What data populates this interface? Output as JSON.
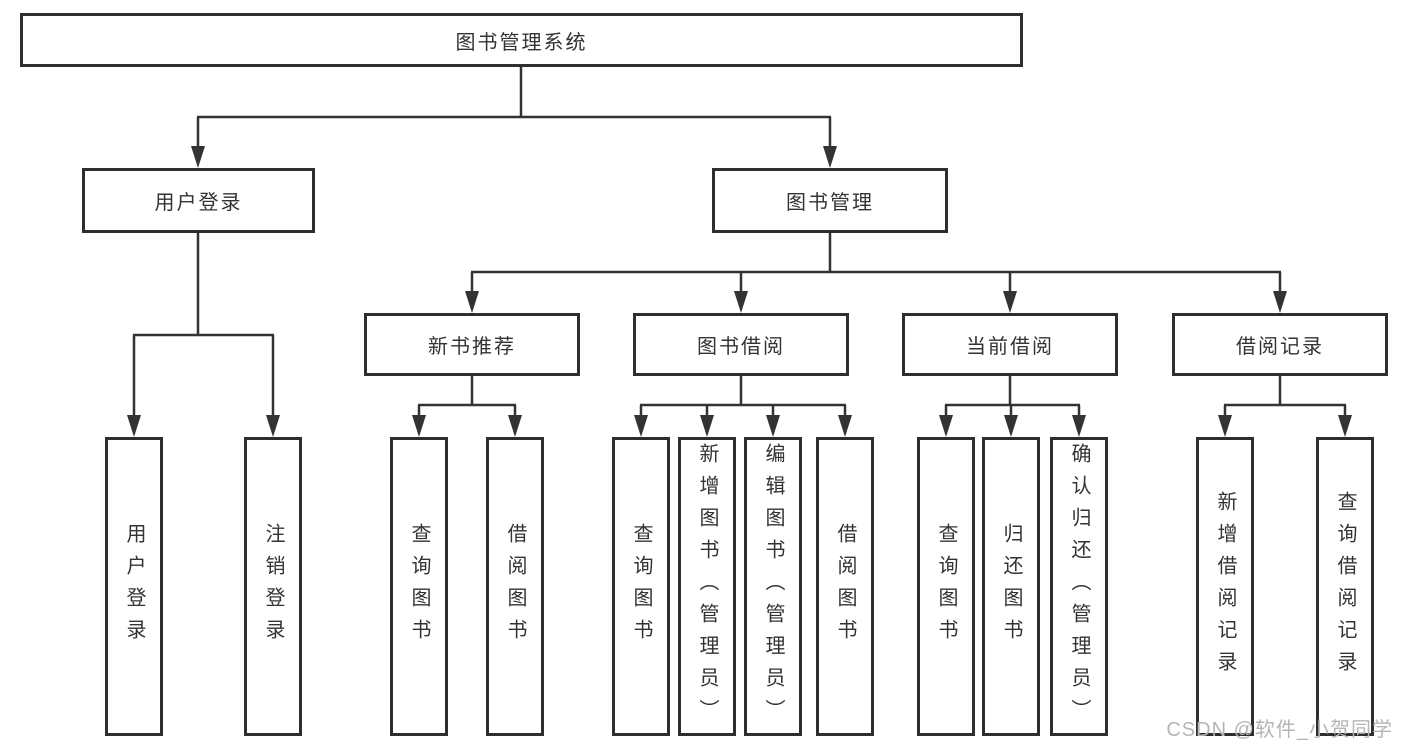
{
  "tree": {
    "label": "图书管理系统",
    "children": [
      {
        "label": "用户登录",
        "children": [
          {
            "label": "用户登录"
          },
          {
            "label": "注销登录"
          }
        ]
      },
      {
        "label": "图书管理",
        "children": [
          {
            "label": "新书推荐",
            "children": [
              {
                "label": "查询图书"
              },
              {
                "label": "借阅图书"
              }
            ]
          },
          {
            "label": "图书借阅",
            "children": [
              {
                "label": "查询图书"
              },
              {
                "label": "新增图书（管理员）"
              },
              {
                "label": "编辑图书（管理员）"
              },
              {
                "label": "借阅图书"
              }
            ]
          },
          {
            "label": "当前借阅",
            "children": [
              {
                "label": "查询图书"
              },
              {
                "label": "归还图书"
              },
              {
                "label": "确认归还（管理员）"
              }
            ]
          },
          {
            "label": "借阅记录",
            "children": [
              {
                "label": "新增借阅记录"
              },
              {
                "label": "查询借阅记录"
              }
            ]
          }
        ]
      }
    ]
  },
  "watermark": "CSDN @软件_小贺同学",
  "colors": {
    "background": "#ffffff",
    "border": "#2e2e2e",
    "line": "#333333",
    "text": "#333333",
    "watermark": "#b5b5b5"
  }
}
